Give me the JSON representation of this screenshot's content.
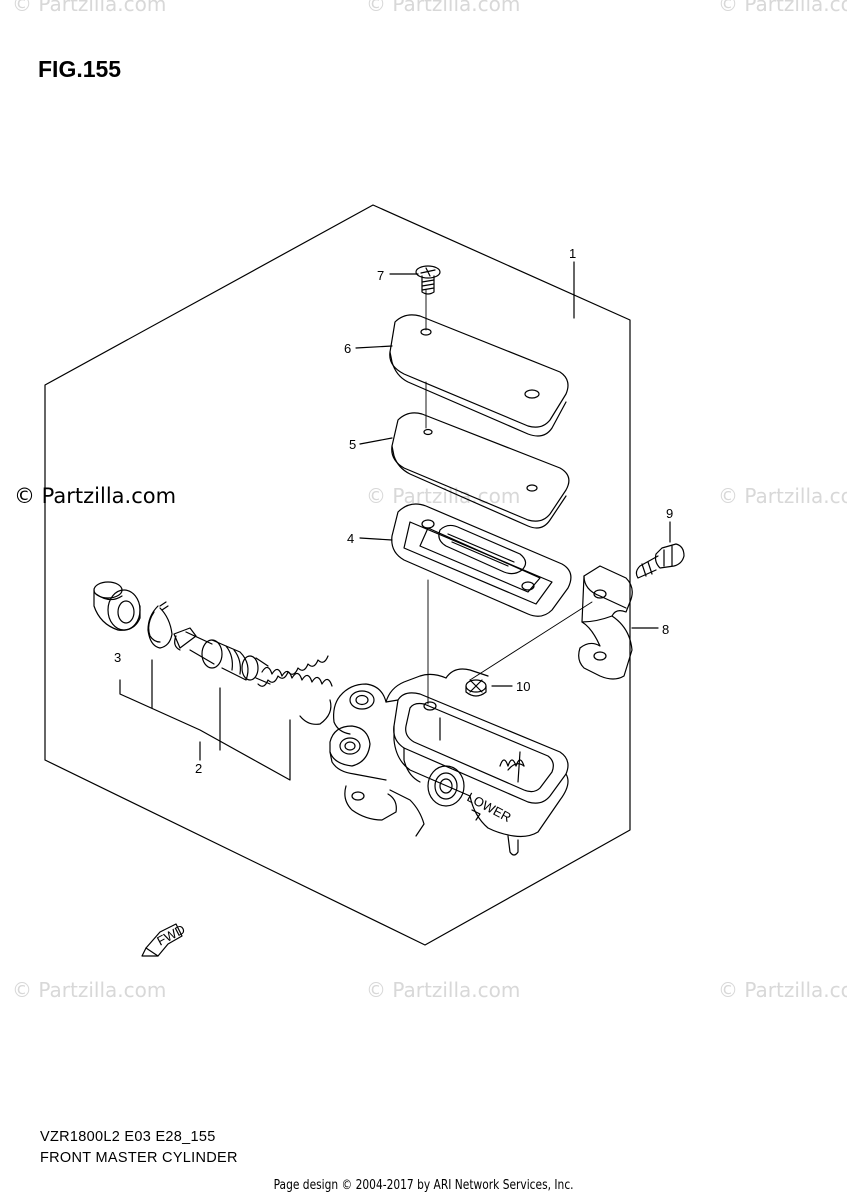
{
  "figure": {
    "title": "FIG.155",
    "model_code": "VZR1800L2 E03 E28_155",
    "part_title": "FRONT MASTER CYLINDER"
  },
  "watermarks": {
    "main": "© Partzilla.com",
    "faint": "© Partzilla.com"
  },
  "footer": {
    "credit": "Page design © 2004-2017 by ARI Network Services, Inc."
  },
  "callouts": {
    "c1": "1",
    "c2": "2",
    "c3": "3",
    "c4": "4",
    "c5": "5",
    "c6": "6",
    "c7": "7",
    "c8": "8",
    "c9": "9",
    "c10": "10"
  },
  "body_labels": {
    "lower": "LOWER",
    "fwd": "FWD"
  },
  "colors": {
    "line": "#000000",
    "watermark": "#d8d8d8",
    "background": "#ffffff"
  }
}
